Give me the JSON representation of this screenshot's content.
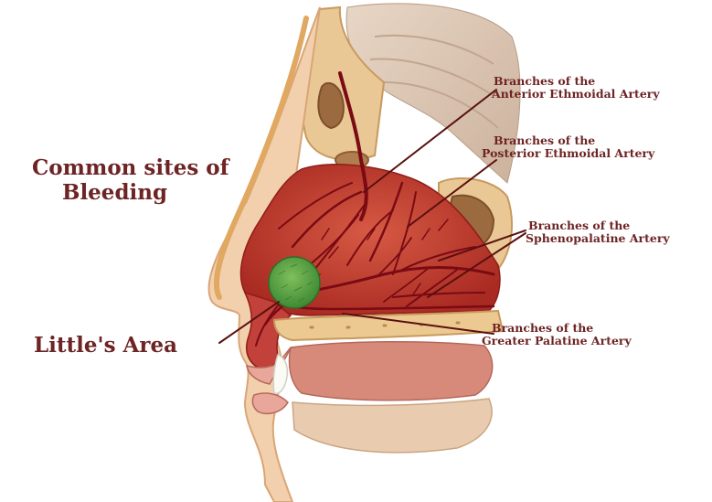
{
  "labels": {
    "common_sites_line1": "Common sites of",
    "common_sites_line2": "Bleeding",
    "littles_area": "Little's Area",
    "anterior_ethmoidal_line1": "Branches of the",
    "anterior_ethmoidal_line2": "Anterior Ethmoidal Artery",
    "posterior_ethmoidal_line1": "Branches of the",
    "posterior_ethmoidal_line2": "Posterior Ethmoidal Artery",
    "sphenopalatine_line1": "Branches of the",
    "sphenopalatine_line2": "Sphenopalatine Artery",
    "greater_palatine_line1": "Branches of the",
    "greater_palatine_line2": "Greater Palatine Artery"
  },
  "colors": {
    "label_text": "#6e2424",
    "mucosa": "#c23a2c",
    "artery": "#7a0a14",
    "bleeding_site": "#4f9a3c",
    "bone": "#e6c592",
    "brain": "#dcc7b6",
    "skin": "#f0c9a6"
  }
}
